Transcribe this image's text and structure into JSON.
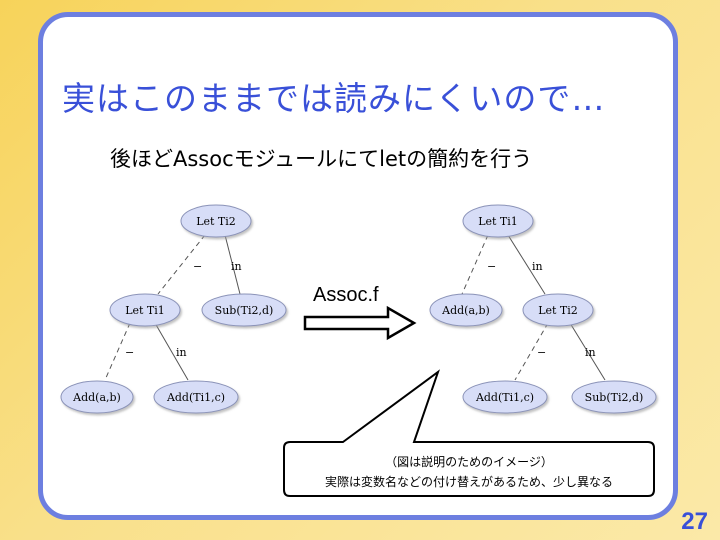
{
  "slide": {
    "title": "実はこのままでは読みにくいので…",
    "subtitle": "後ほどAssocモジュールにてletの簡約を行う",
    "page_number": "27"
  },
  "diagram": {
    "left_tree": {
      "root": "Let Ti2",
      "root_edge_left": "−",
      "root_edge_right": "in",
      "let_ti1": "Let Ti1",
      "sub": "Sub(Ti2,d)",
      "ti1_edge_left": "−",
      "ti1_edge_right": "in",
      "add_ab": "Add(a,b)",
      "add_ti1c": "Add(Ti1,c)"
    },
    "transform_label": "Assoc.f",
    "right_tree": {
      "root": "Let Ti1",
      "root_edge_left": "−",
      "root_edge_right": "in",
      "add_ab": "Add(a,b)",
      "let_ti2": "Let Ti2",
      "ti2_edge_left": "−",
      "ti2_edge_right": "in",
      "add_ti1c": "Add(Ti1,c)",
      "sub": "Sub(Ti2,d)"
    }
  },
  "callout": {
    "line1": "（図は説明のためのイメージ）",
    "line2": "実際は変数名などの付け替えがあるため、少し異なる"
  },
  "colors": {
    "accent": "#3950d8",
    "frame": "#6d7fe0",
    "node_fill": "#d7ddf7",
    "node_stroke": "#8b93b8",
    "edge": "#555555"
  }
}
